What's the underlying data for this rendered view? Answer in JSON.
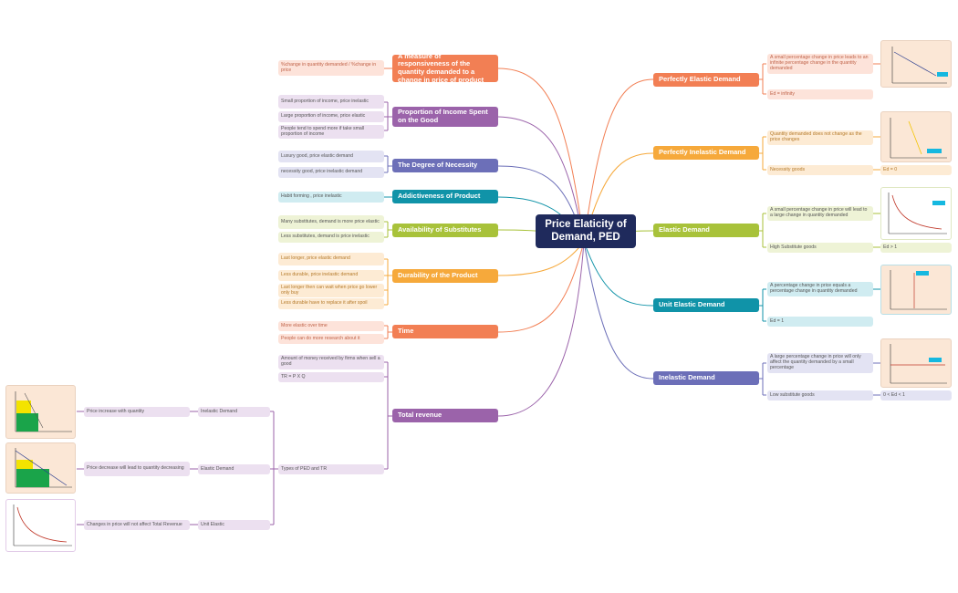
{
  "center": {
    "title_line1": "Price Elaticity of",
    "title_line2": "Demand, PED"
  },
  "left_branches": {
    "measure": {
      "title": "A measure of responsiveness of the quantity demanded to a change in price of product",
      "notes": [
        "%change in quantity demanded / %change in price"
      ]
    },
    "income": {
      "title": "Proportion of Income Spent on the Good",
      "notes": [
        "Small proportion of income, price inelastic",
        "Large proportion of income, price elastic",
        "People tend to spend more if take small proportion of income"
      ]
    },
    "necessity": {
      "title": "The Degree of Necessity",
      "notes": [
        "Luxury good, price elastic demand",
        "necessity good, price inelastic demand"
      ]
    },
    "addictive": {
      "title": "Addictiveness of Product",
      "notes": [
        "Habit forming , price inelastic"
      ]
    },
    "substitutes": {
      "title": "Availability of Substitutes",
      "notes": [
        "Many substitutes, demand is more price elastic",
        "Less substitutes, demand is price inelastic"
      ]
    },
    "durability": {
      "title": "Durability of the Product",
      "notes": [
        "Last longer, price elastic demand",
        "Less durable, price inelastic demand",
        "Last longer then can wait when price go lower only buy",
        "Less durable have to replace it after spoil"
      ]
    },
    "time": {
      "title": "Time",
      "notes": [
        "More elastic over time",
        "People can do more research about it"
      ]
    },
    "revenue": {
      "title": "Total revenue",
      "notes": [
        "Amount of money received by firms when sell a good",
        "TR = P X Q",
        "Types of PED and TR"
      ],
      "types": [
        {
          "label": "Inelastic Demand",
          "effect": "Price increase with quantity"
        },
        {
          "label": "Elastic Demand",
          "effect": "Price decrease will lead to quantity decreasing"
        },
        {
          "label": "Unit Elastic",
          "effect": "Changes in price will not affect Total Revenue"
        }
      ]
    }
  },
  "right_branches": {
    "perfectly_elastic": {
      "title": "Perfectly Elastic Demand",
      "notes": [
        "A small percentage change in price leads to an infinite percentage change in the quantity demanded",
        "Ed = infinity"
      ]
    },
    "perfectly_inelastic": {
      "title": "Perfectly Inelastic Demand",
      "notes": [
        "Quantity demanded does not change as the price changes",
        "Necessity goods",
        "Ed = 0"
      ]
    },
    "elastic": {
      "title": "Elastic Demand",
      "notes": [
        "A small percentage change in price will lead to a large change in quantity demanded",
        "High Substitute goods",
        "Ed > 1"
      ]
    },
    "unit": {
      "title": "Unit Elastic Demand",
      "notes": [
        "A percentage change in price equals a percentage change in quantity demanded",
        "Ed = 1"
      ]
    },
    "inelastic": {
      "title": "Inelastic Demand",
      "notes": [
        "A large percentage change in price will only affect the quantity demanded by a small percentage",
        "Low substitute goods",
        "0 < Ed < 1"
      ]
    }
  },
  "colors": {
    "orange": "#f27f54",
    "purple": "#9b63aa",
    "indigo": "#6c6fb8",
    "teal": "#1093a8",
    "lime": "#a8c23a",
    "amber": "#f6a93b",
    "central": "#1f2a5c"
  }
}
